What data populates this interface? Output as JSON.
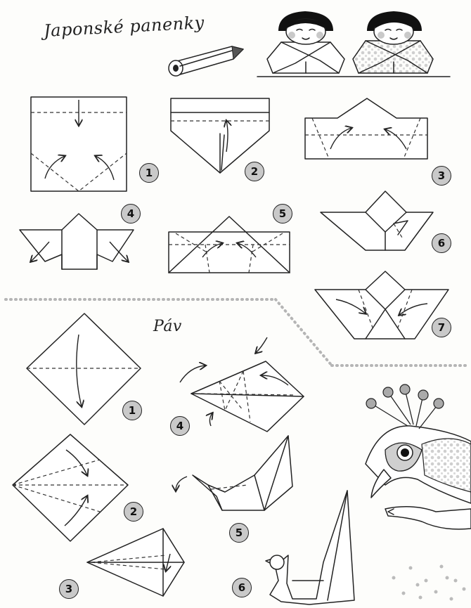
{
  "titles": {
    "dolls": "Japonské panenky",
    "peacock": "Páv"
  },
  "steps": {
    "dolls": [
      "1",
      "2",
      "3",
      "4",
      "5",
      "6",
      "7"
    ],
    "peacock": [
      "1",
      "2",
      "3",
      "4",
      "5",
      "6"
    ]
  },
  "colors": {
    "ink": "#222222",
    "badge": "#c9c9c9",
    "paper": "#fdfdfb"
  }
}
